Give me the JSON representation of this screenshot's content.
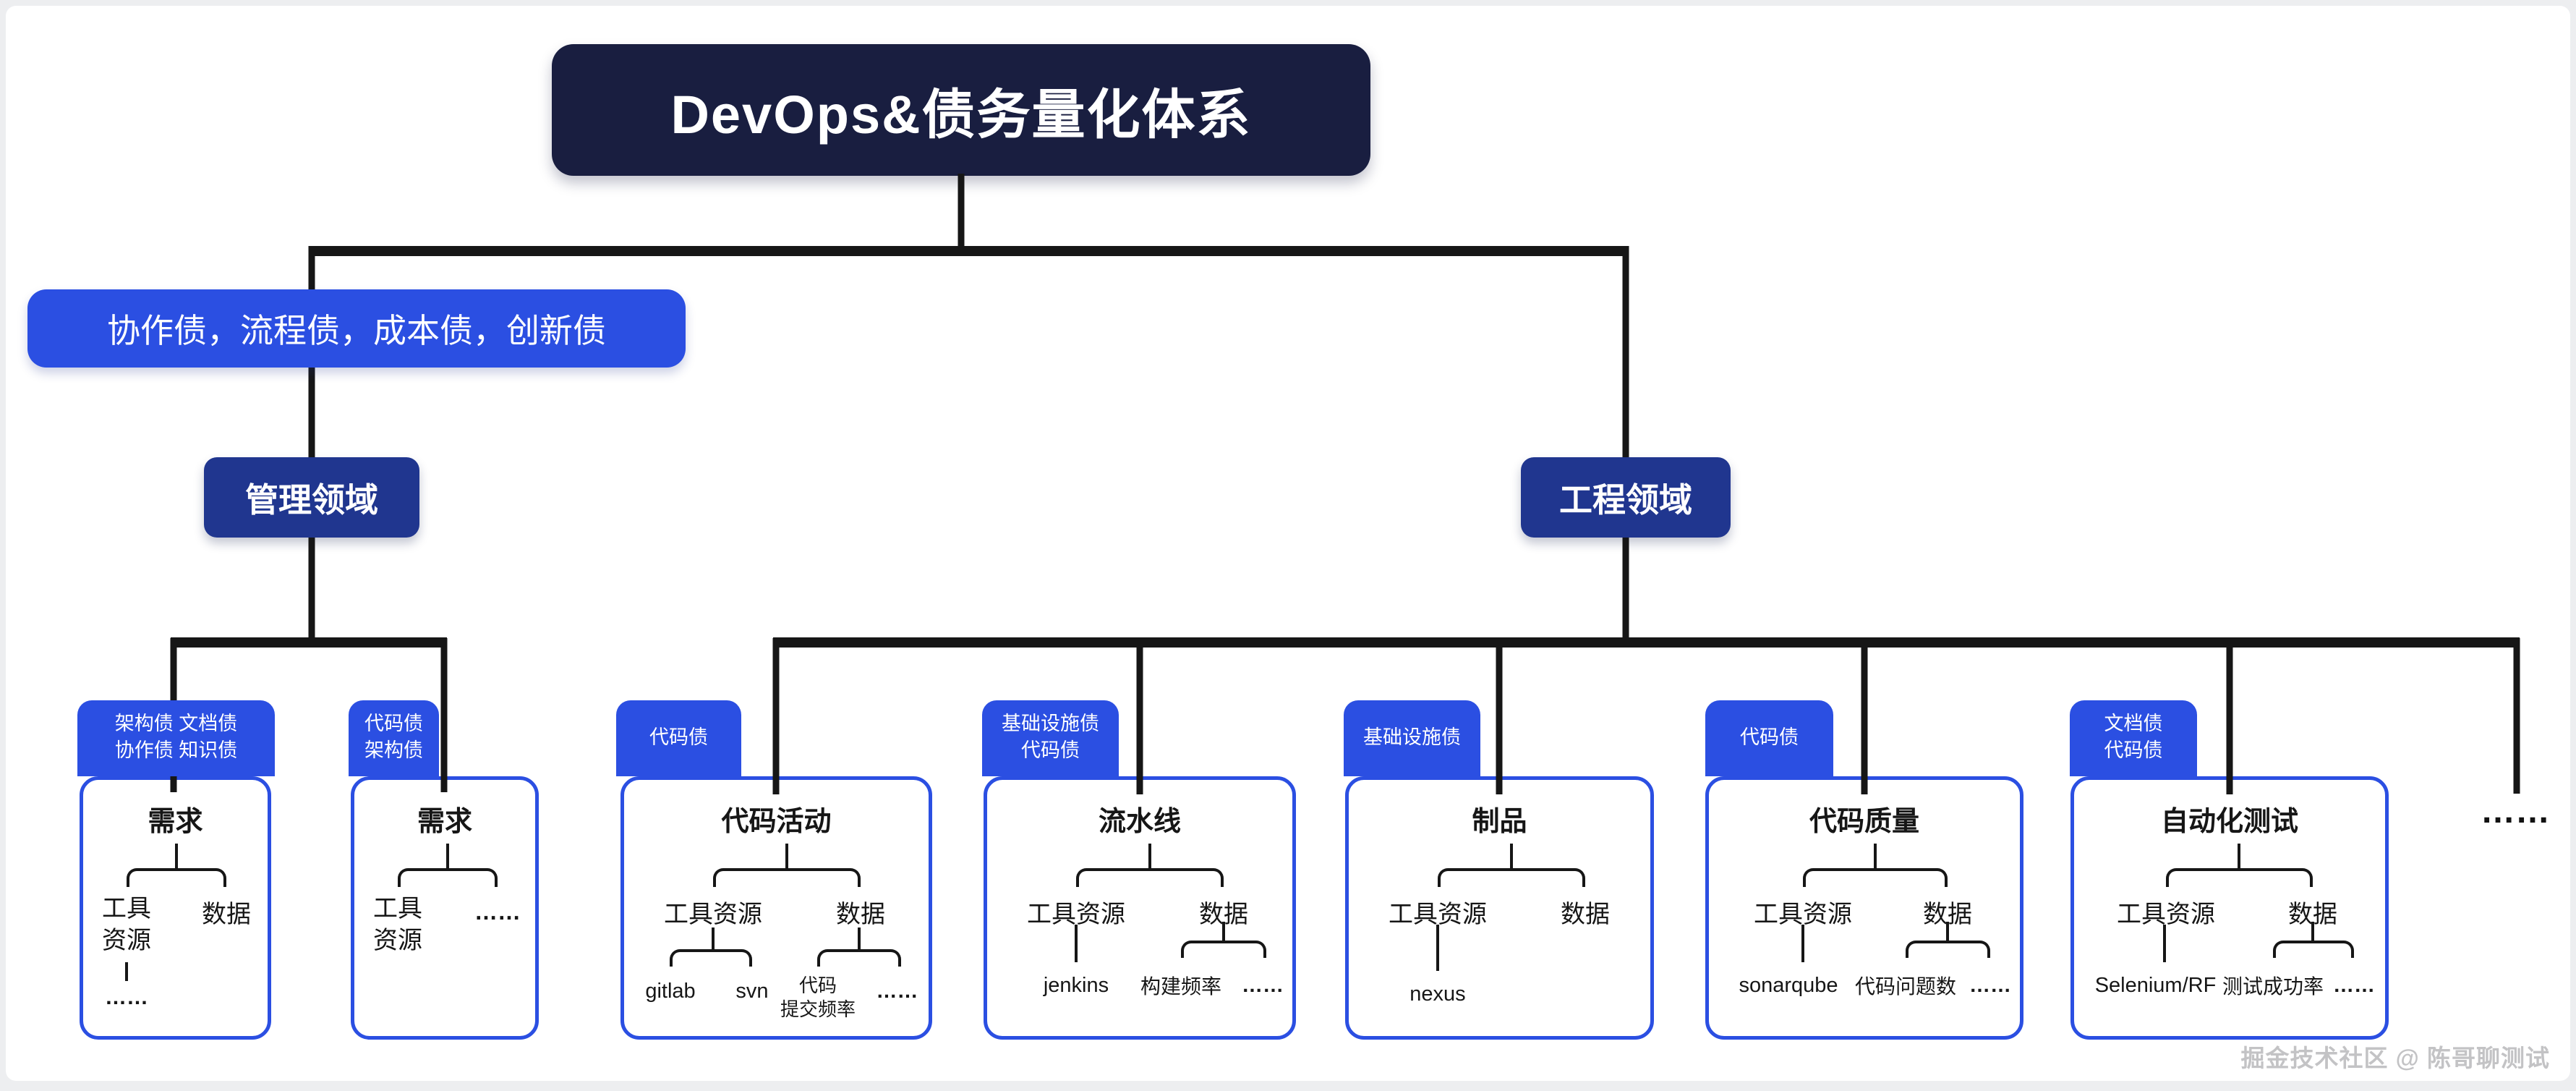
{
  "title": "DevOps&债务量化体系",
  "root_tag": "协作债，流程债，成本债，创新债",
  "domains": {
    "left": "管理领域",
    "right": "工程领域"
  },
  "more": "……",
  "watermark": "掘金技术社区 @ 陈哥聊测试",
  "colors": {
    "accent_blue": "#2b4fe2",
    "domain_navy": "#20368f",
    "title_navy": "#191e40",
    "line_black": "#161616",
    "canvas_white": "#ffffff",
    "page_gray": "#edeef0"
  },
  "nodes": [
    {
      "tag1": "架构债 文档债",
      "tag2": "协作债 知识债",
      "title": "需求",
      "child1": "工具资源",
      "child2": "数据",
      "g11": "……"
    },
    {
      "tag1": "代码债",
      "tag2": "架构债",
      "title": "需求",
      "child1": "工具资源",
      "child2": "……"
    },
    {
      "tag1": "代码债",
      "title": "代码活动",
      "child1": "工具资源",
      "child2": "数据",
      "g11": "gitlab",
      "g12": "svn",
      "g21_l1": "代码",
      "g21_l2": "提交频率",
      "g22": "……"
    },
    {
      "tag1": "基础设施债",
      "tag2": "代码债",
      "title": "流水线",
      "child1": "工具资源",
      "child2": "数据",
      "g11": "jenkins",
      "g21": "构建频率",
      "g22": "……"
    },
    {
      "tag1": "基础设施债",
      "title": "制品",
      "child1": "工具资源",
      "child2": "数据",
      "g11": "nexus"
    },
    {
      "tag1": "代码债",
      "title": "代码质量",
      "child1": "工具资源",
      "child2": "数据",
      "g11": "sonarqube",
      "g21": "代码问题数",
      "g22": "……"
    },
    {
      "tag1": "文档债",
      "tag2": "代码债",
      "title": "自动化测试",
      "child1": "工具资源",
      "child2": "数据",
      "g11": "Selenium/RF",
      "g21": "测试成功率",
      "g22": "……"
    }
  ]
}
